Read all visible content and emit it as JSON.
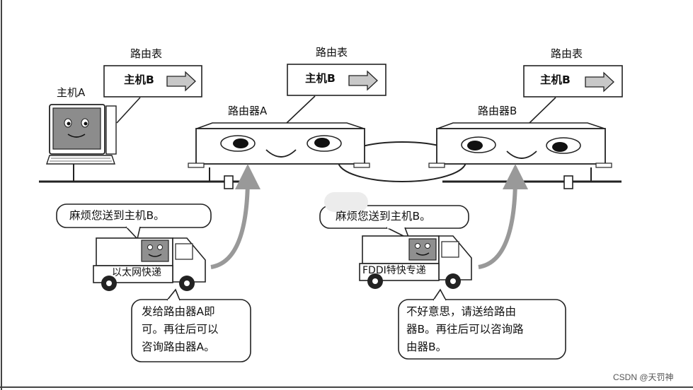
{
  "routing_tables": [
    {
      "title": "路由表",
      "entry": "主机B"
    },
    {
      "title": "路由表",
      "entry": "主机B"
    },
    {
      "title": "路由表",
      "entry": "主机B"
    }
  ],
  "host_a": {
    "label": "主机A"
  },
  "router_a": {
    "label": "路由器A"
  },
  "router_b": {
    "label": "路由器B"
  },
  "left_packet": {
    "request": "麻烦您送到主机B。",
    "truck_label": "以太网快递",
    "reply": [
      "发给路由器A即",
      "可。再往后可以",
      "咨询路由器A。"
    ]
  },
  "right_packet": {
    "request": "麻烦您送到主机B。",
    "truck_label": "FDDI特快专递",
    "reply": [
      "不好意思，请送给路由",
      "器B。再往后可以咨询路",
      "由器B。"
    ]
  },
  "watermark": "CSDN @天罚神"
}
